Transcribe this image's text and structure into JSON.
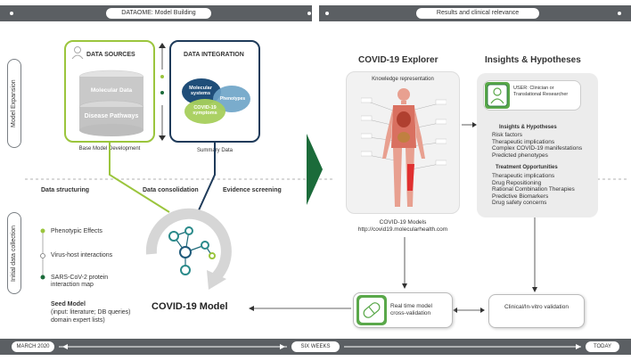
{
  "top_bar": {
    "left_label": "DATAOME: Model Building",
    "right_label": "Results and clinical relevance"
  },
  "side_labels": {
    "model_expansion": "Model Expansion",
    "initial_collection": "Initial data collection"
  },
  "data_sources": {
    "title": "DATA SOURCES",
    "db_top": "Molecular Data",
    "db_bottom": "Disease Pathways",
    "caption": "Base Model Development"
  },
  "data_integration": {
    "title": "DATA INTEGRATION",
    "bubble1": "Molecular systems",
    "bubble2": "Phenotypes",
    "bubble3": "COVID-19 symptoms",
    "caption": "Summary Data"
  },
  "steps": {
    "structuring": "Data structuring",
    "consolidation": "Data consolidation",
    "screening": "Evidence screening"
  },
  "seed_items": [
    "Phenotypic Effects",
    "Virus-host interactions",
    "SARS-CoV-2 protein interaction map"
  ],
  "seed_model": {
    "title": "Seed Model",
    "desc1": "(input: literature; DB queries)",
    "desc2": "domain expert lists)"
  },
  "covid_model": "COVID-19 Model",
  "explorer": {
    "title": "COVID-19 Explorer",
    "kr": "Knowledge representation",
    "models": "COVID-19 Models",
    "url": "http://covid19.molecularhealth.com"
  },
  "insights": {
    "title": "Insights & Hypotheses",
    "user": "USER: Clinician or Translational Researcher",
    "sub1": "Insights & Hypotheses",
    "list1": [
      "Risk factors",
      "Therapeutic implications",
      "Complex COVID-19 manifestations",
      "Predicted phenotypes"
    ],
    "sub2": "Treatment Opportunities",
    "list2": [
      "Therapeutic implications",
      "Drug Repositioning",
      "Rational Combination Therapies",
      "Predictive Biomarkers",
      "Drug safety concerns"
    ]
  },
  "realtime": "Real time model cross-validation",
  "clinical": "Clinical/In-vitro validation",
  "timeline": {
    "start": "MARCH 2020",
    "middle": "SIX WEEKS",
    "end": "TODAY"
  },
  "colors": {
    "green": "#9bc53d",
    "dark_green": "#1b6b3a",
    "navy": "#1f3b5a",
    "gray_bar": "#5b5f63"
  }
}
